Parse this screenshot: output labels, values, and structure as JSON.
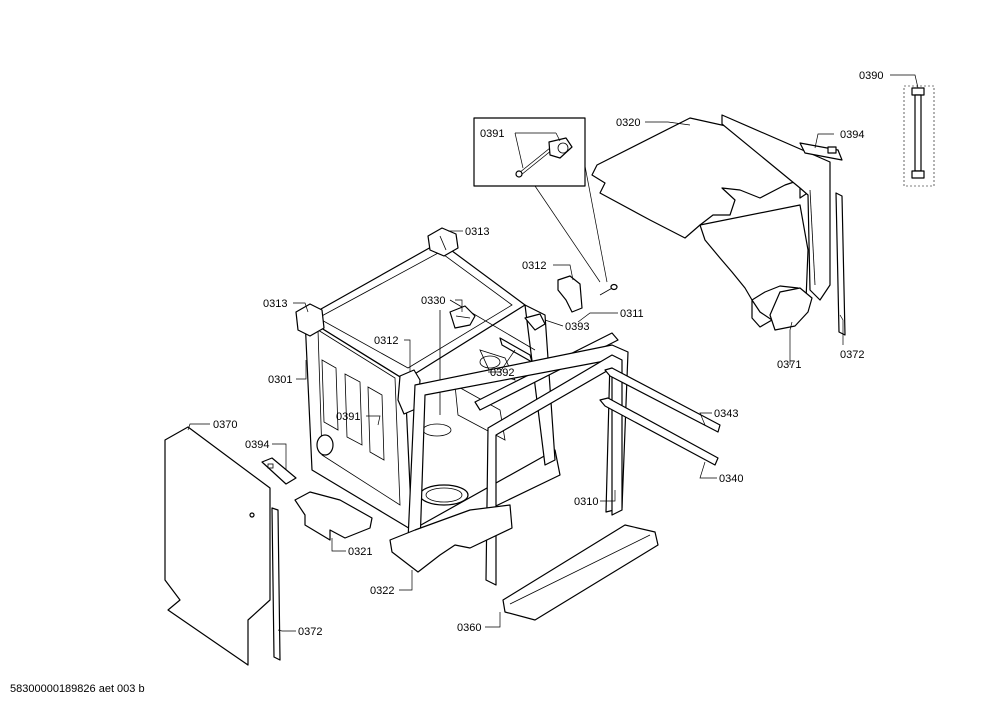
{
  "diagram": {
    "labels": {
      "p0390": "0390",
      "p0391_inset": "0391",
      "p0320": "0320",
      "p0394_right": "0394",
      "p0313_top": "0313",
      "p0312_right": "0312",
      "p0313_left": "0313",
      "p0330": "0330",
      "p0393": "0393",
      "p0311": "0311",
      "p0312_left": "0312",
      "p0392": "0392",
      "p0301": "0301",
      "p0371": "0371",
      "p0372_right": "0372",
      "p0391": "0391",
      "p0343": "0343",
      "p0370": "0370",
      "p0394_left": "0394",
      "p0340": "0340",
      "p0310": "0310",
      "p0321": "0321",
      "p0322": "0322",
      "p0360": "0360",
      "p0372_left": "0372"
    },
    "footer": "58300000189826 aet 003 b"
  }
}
